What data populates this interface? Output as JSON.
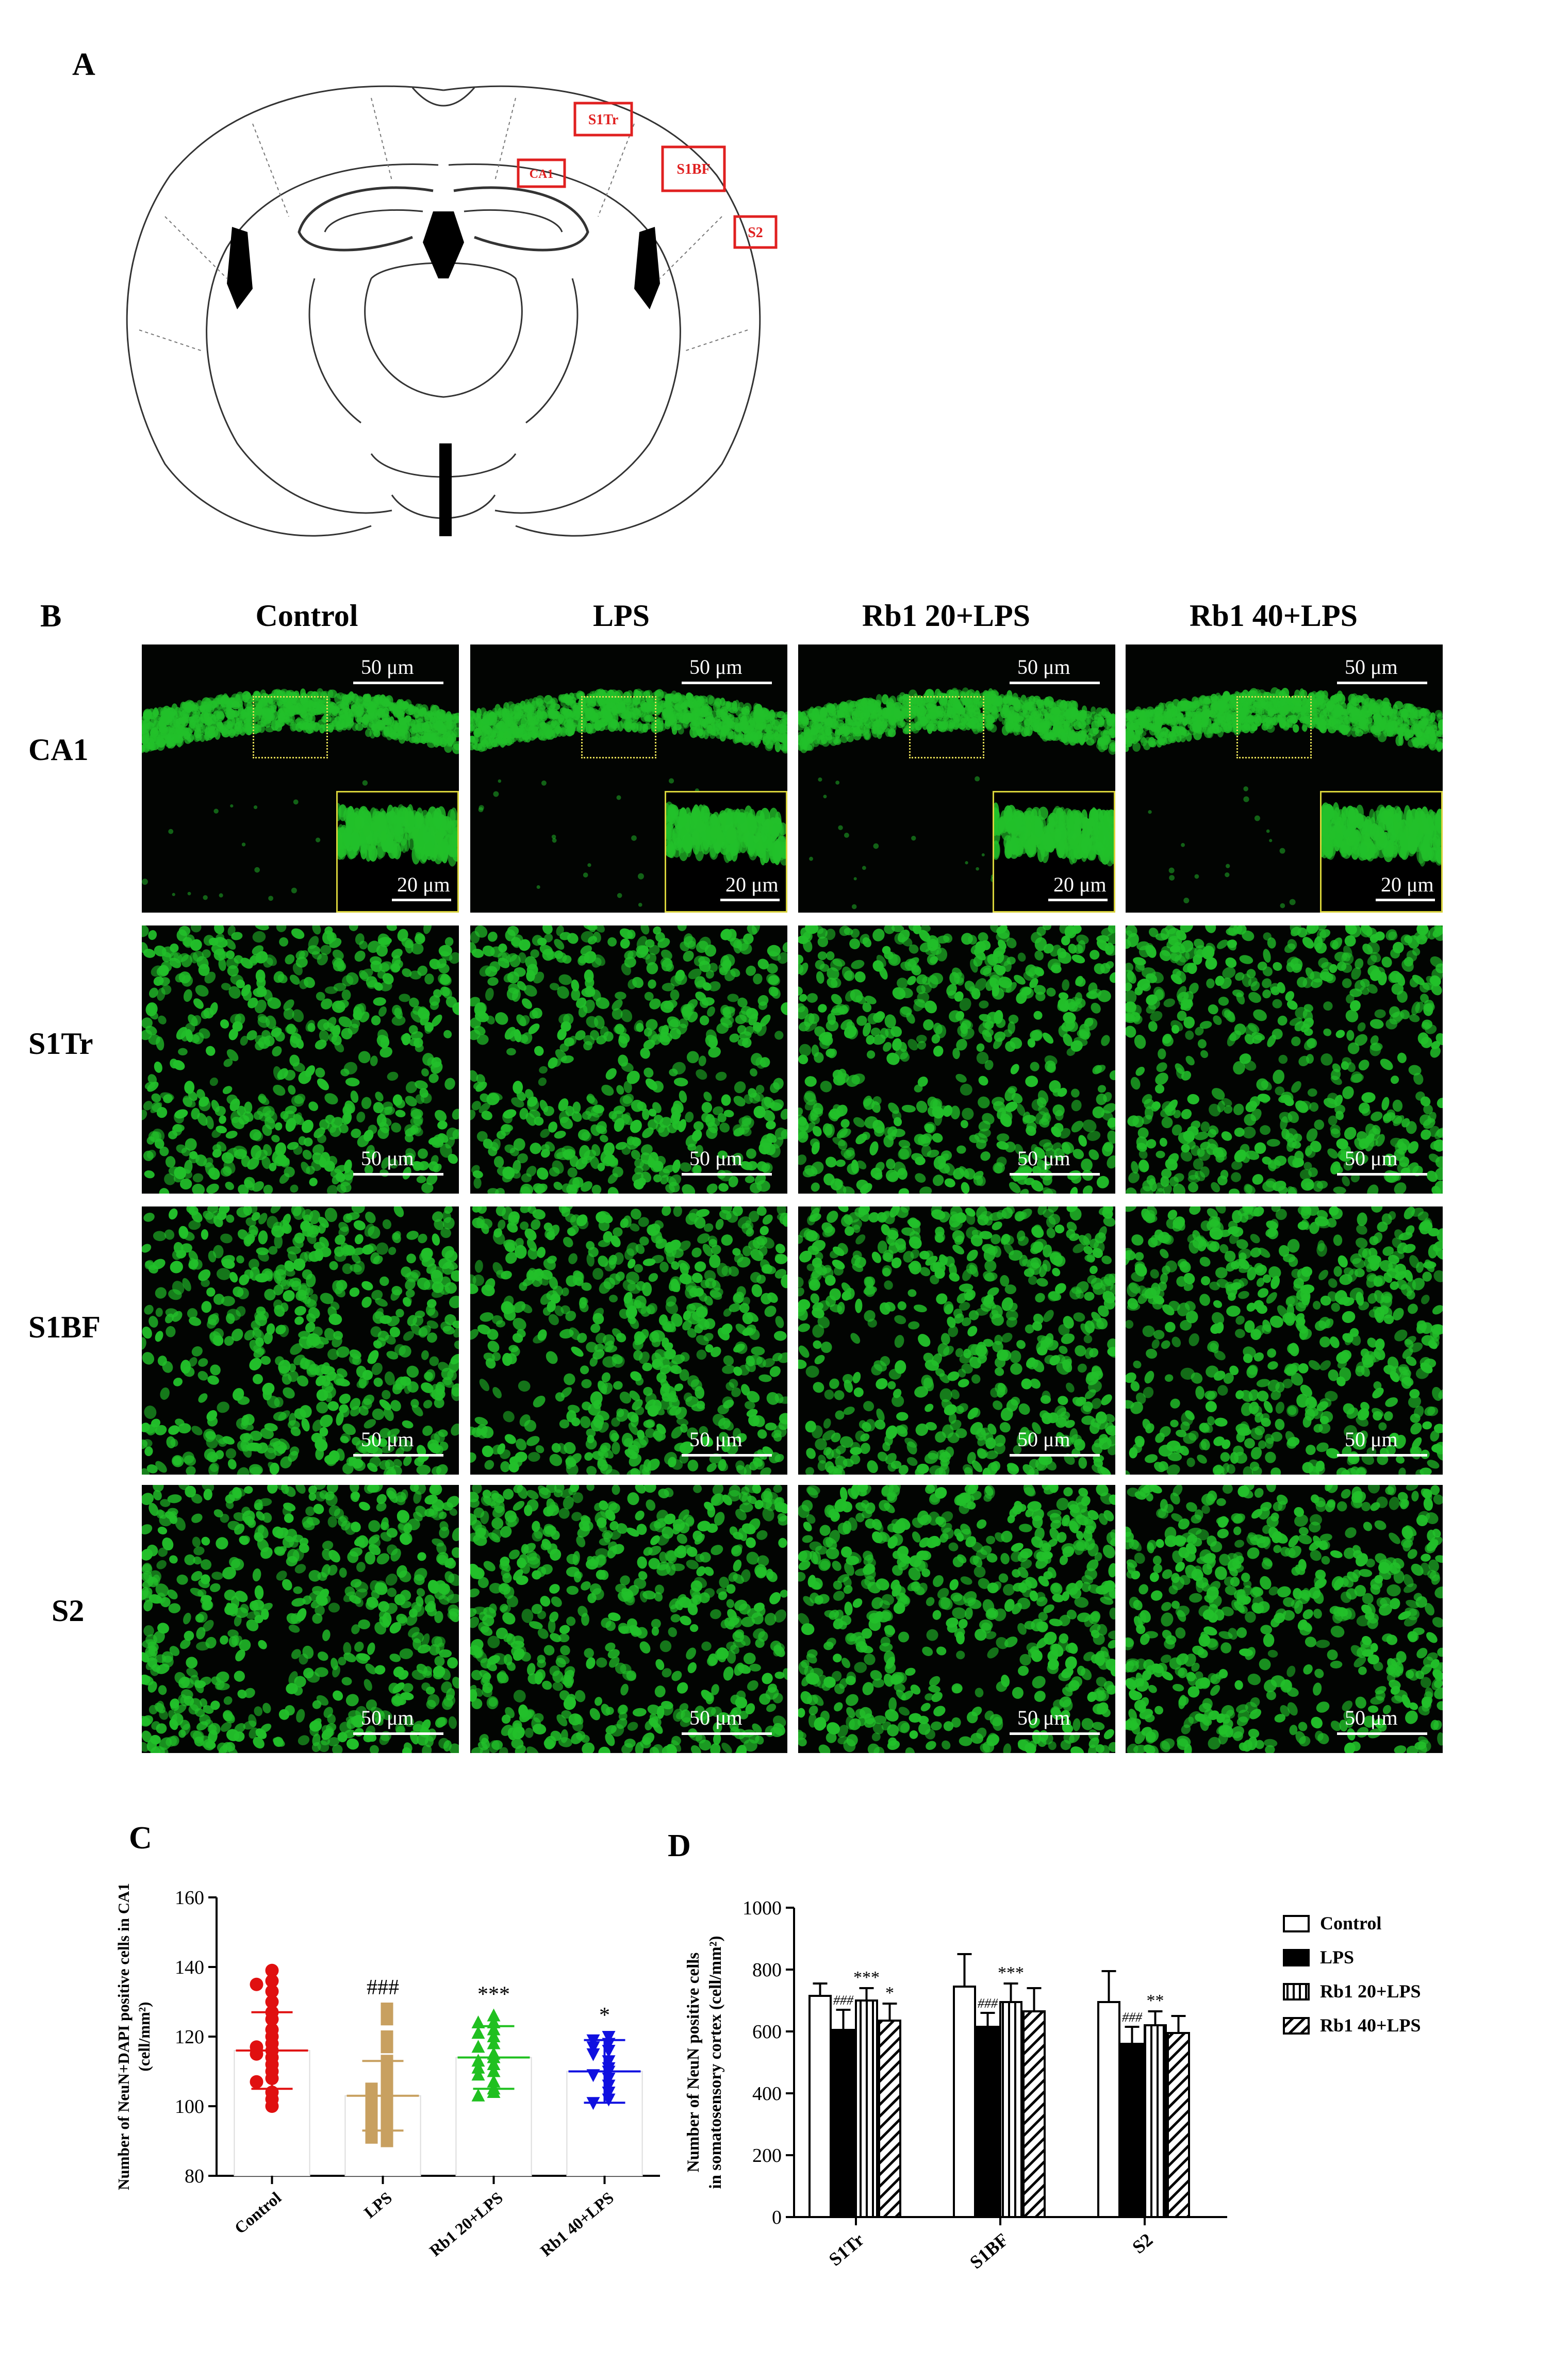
{
  "panels": {
    "A": "A",
    "B": "B",
    "C": "C",
    "D": "D"
  },
  "atlas": {
    "labels": [
      "S1Tr",
      "CA1",
      "S1BF",
      "S2"
    ],
    "label_color": "#e02020"
  },
  "grid": {
    "columns": [
      "Control",
      "LPS",
      "Rb1 20+LPS",
      "Rb1 40+LPS"
    ],
    "rows": [
      "CA1",
      "S1Tr",
      "S1BF",
      "S2"
    ],
    "scale_main": "50 μm",
    "scale_inset": "20 μm",
    "stain_color": "#22c02a"
  },
  "chart_data": [
    {
      "type": "scatter",
      "panel": "C",
      "ylabel_line1": "Number of NeuN+DAPI positive cells in CA1",
      "ylabel_line2": "(cell/mm²)",
      "ylim": [
        80,
        160
      ],
      "yticks": [
        80,
        100,
        120,
        140,
        160
      ],
      "categories": [
        "Control",
        "LPS",
        "Rb1 20+LPS",
        "Rb1 40+LPS"
      ],
      "colors": [
        "#e01010",
        "#c8a060",
        "#20c020",
        "#1010e0"
      ],
      "markers": [
        "circle",
        "square",
        "triangle-up",
        "triangle-down"
      ],
      "means": [
        116,
        103,
        114,
        110
      ],
      "sd": [
        11,
        10,
        9,
        9
      ],
      "annotations": [
        "",
        "###",
        "***",
        "*"
      ],
      "points": [
        [
          139,
          136,
          135,
          133,
          130,
          127,
          125,
          122,
          120,
          118,
          117,
          116,
          115,
          114,
          112,
          110,
          108,
          107,
          104,
          102,
          100
        ],
        [
          128,
          125,
          120,
          117,
          113,
          111,
          108,
          106,
          105,
          104,
          103,
          102,
          101,
          100,
          99,
          98,
          97,
          96,
          95,
          94,
          93,
          92,
          91,
          90
        ],
        [
          126,
          124,
          124,
          122,
          121,
          120,
          118,
          117,
          115,
          114,
          113,
          112,
          111,
          110,
          109,
          107,
          105,
          104,
          103
        ],
        [
          120,
          119,
          118,
          117,
          116,
          115,
          113,
          111,
          110,
          109,
          108,
          106,
          104,
          102,
          101
        ]
      ]
    },
    {
      "type": "bar",
      "panel": "D",
      "ylabel_line1": "Number of NeuN positive cells",
      "ylabel_line2": "in somatosensory cortex (cell/mm²)",
      "ylim": [
        0,
        1000
      ],
      "yticks": [
        0,
        200,
        400,
        600,
        800,
        1000
      ],
      "categories": [
        "S1Tr",
        "S1BF",
        "S2"
      ],
      "series": [
        {
          "name": "Control",
          "values": [
            715,
            745,
            695
          ],
          "err": [
            40,
            105,
            100
          ],
          "fill": "open"
        },
        {
          "name": "LPS",
          "values": [
            605,
            615,
            560
          ],
          "err": [
            65,
            45,
            55
          ],
          "fill": "solid"
        },
        {
          "name": "Rb1 20+LPS",
          "values": [
            700,
            695,
            620
          ],
          "err": [
            40,
            60,
            45
          ],
          "fill": "vertical"
        },
        {
          "name": "Rb1 40+LPS",
          "values": [
            635,
            665,
            595
          ],
          "err": [
            55,
            75,
            55
          ],
          "fill": "diagonal"
        }
      ],
      "annotations": [
        [
          "",
          "###",
          "***",
          "*"
        ],
        [
          "",
          "###",
          "***",
          ""
        ],
        [
          "",
          "###",
          "**",
          ""
        ]
      ],
      "legend_position": "right"
    }
  ]
}
